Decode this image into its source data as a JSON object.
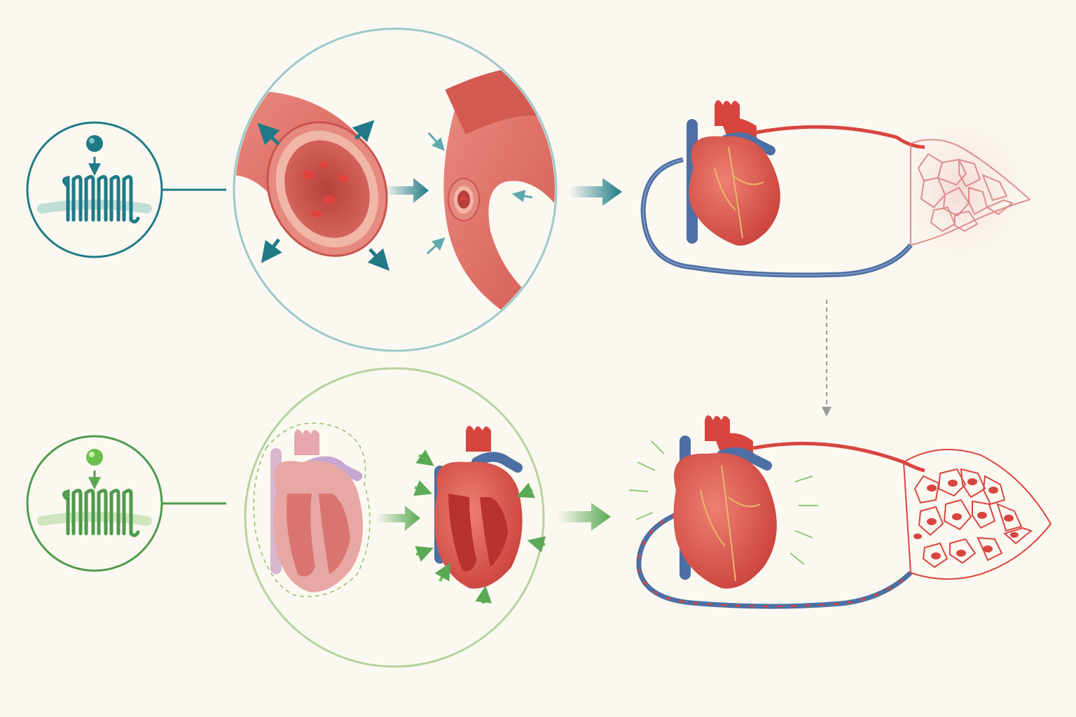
{
  "colors": {
    "background": "#fbf8f1",
    "teal": "#1f7a86",
    "teal_light": "#9cc9c9",
    "green": "#4f9a4c",
    "green_light": "#b6d39f",
    "vessel_red": "#d9534f",
    "vessel_pink": "#e8847d",
    "vein_blue": "#4d6fa3",
    "artery_red": "#d8453f",
    "dashed_gray": "#9a9a9a"
  },
  "rows": [
    {
      "id": "top",
      "accent": "#1f7a86",
      "receptor_icon": "gpcr-receptor-icon",
      "ligand_icon": "ligand-sphere-icon",
      "zoom_content": "vasoconstriction-vessel",
      "result": "heart-circulation-reduced-perfusion"
    },
    {
      "id": "bottom",
      "accent": "#4f9a4c",
      "receptor_icon": "gpcr-receptor-icon",
      "ligand_icon": "ligand-sphere-icon",
      "zoom_content": "cardiac-contraction-heart",
      "result": "heart-circulation-increased-perfusion"
    }
  ]
}
